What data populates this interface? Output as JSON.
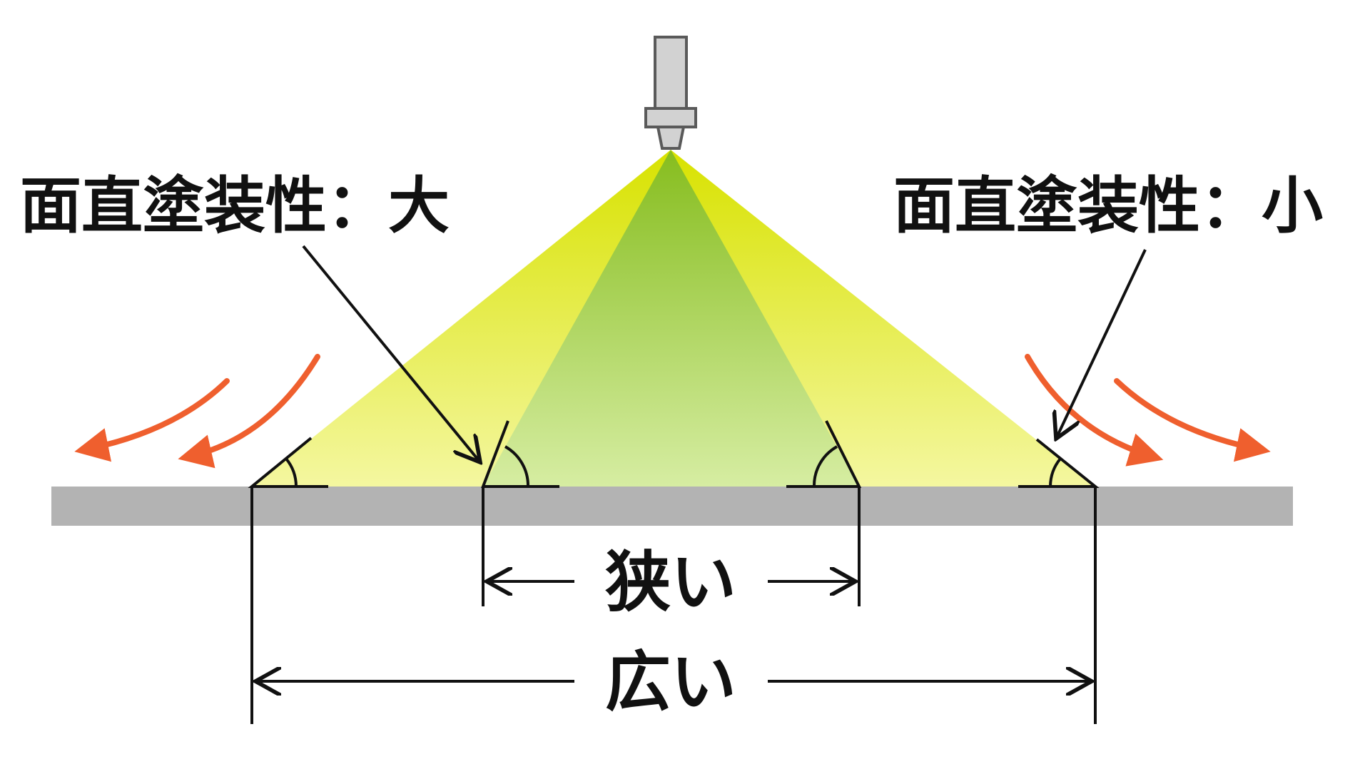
{
  "labels": {
    "left_callout": "面直塗装性：大",
    "right_callout": "面直塗装性：小",
    "narrow": "狭い",
    "wide": "広い"
  },
  "colors": {
    "wide_spray_top": "#d8e200",
    "wide_spray_bottom": "#f4f7a0",
    "narrow_spray_top": "#86bd1e",
    "narrow_spray_bottom": "#d6eda2",
    "surface": "#b3b3b3",
    "nozzle_body": "#d2d2d2",
    "nozzle_outline": "#5a5a5a",
    "overspray_arrow": "#ef5f2e",
    "line": "#111111"
  },
  "icons": {
    "nozzle": "spray-nozzle-icon",
    "overspray": "curved-arrow-icon"
  }
}
